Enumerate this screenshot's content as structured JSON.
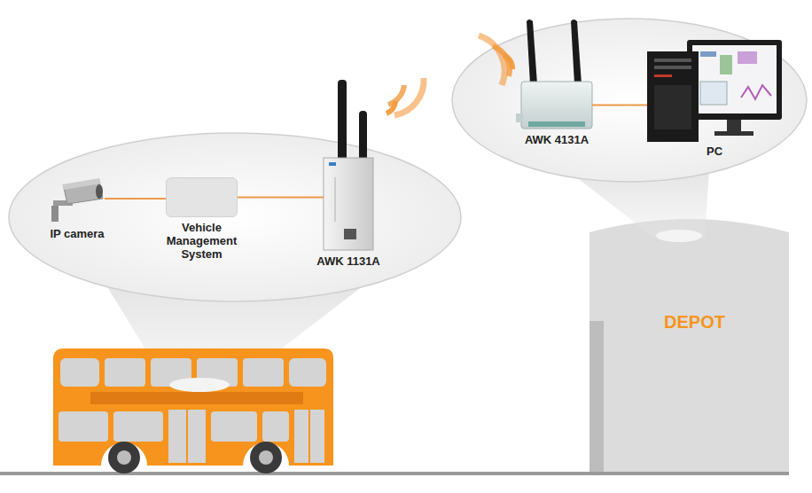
{
  "diagram": {
    "nodes": [
      {
        "text": [
          "IP camera"
        ]
      },
      {
        "text": [
          "Vehicle Management System"
        ]
      },
      {
        "text": [
          "AWK 1131A"
        ]
      },
      {
        "text": [
          "AWK 4131A"
        ]
      },
      {
        "text": [
          "PC"
        ]
      },
      {
        "text": [
          "DEPOT"
        ]
      }
    ],
    "edges": [
      {
        "from": 0,
        "to": 1,
        "arrow": "none"
      },
      {
        "from": 1,
        "to": 2,
        "arrow": "none"
      },
      {
        "from": 3,
        "to": 4,
        "arrow": "none"
      }
    ]
  }
}
